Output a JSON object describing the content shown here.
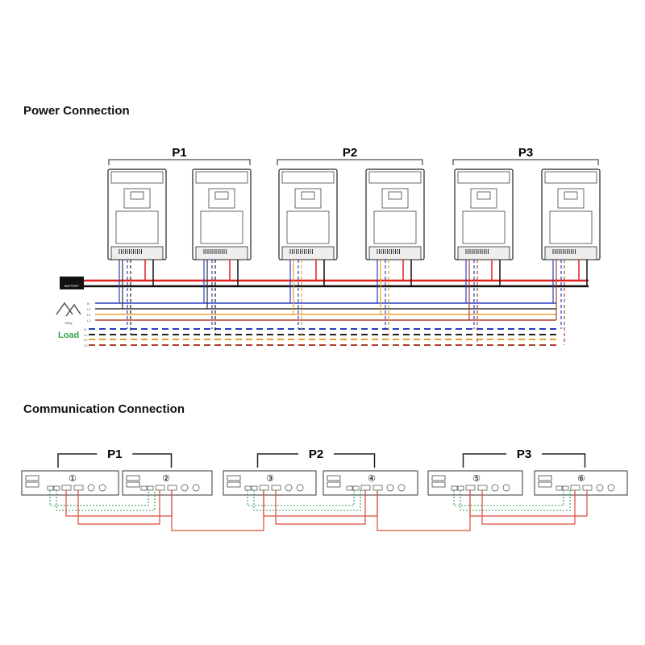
{
  "power": {
    "title": "Power Connection",
    "groups": [
      "P1",
      "P2",
      "P3"
    ],
    "load_label": "Load",
    "battery_label": "BATTERY",
    "grid_label": "Utility",
    "phase_labels": [
      "N",
      "L1",
      "L2",
      "L3"
    ]
  },
  "communication": {
    "title": "Communication Connection",
    "groups": [
      "P1",
      "P2",
      "P3"
    ],
    "units": [
      "①",
      "②",
      "③",
      "④",
      "⑤",
      "⑥"
    ]
  },
  "colors": {
    "red": "#e02020",
    "black": "#111111",
    "blue": "#2a3fc0",
    "orange": "#e8a030",
    "brown": "#b04030",
    "green": "#3aa34a",
    "comm_red": "#d84a3a",
    "comm_green": "#2e9a50"
  }
}
